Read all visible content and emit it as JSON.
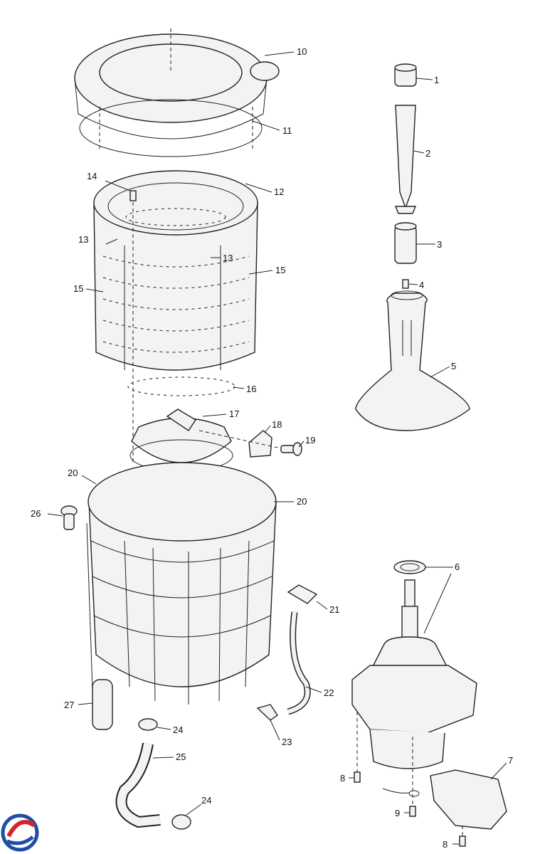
{
  "labels": {
    "l1": "1",
    "l2": "2",
    "l3": "3",
    "l4": "4",
    "l5": "5",
    "l6": "6",
    "l7": "7",
    "l8a": "8",
    "l8b": "8",
    "l9": "9",
    "l10": "10",
    "l11": "11",
    "l12": "12",
    "l13a": "13",
    "l13b": "13",
    "l14": "14",
    "l15a": "15",
    "l15b": "15",
    "l16": "16",
    "l17": "17",
    "l18": "18",
    "l19": "19",
    "l20a": "20",
    "l20b": "20",
    "l21": "21",
    "l22": "22",
    "l23": "23",
    "l24a": "24",
    "l24b": "24",
    "l25": "25",
    "l26": "26",
    "l27": "27"
  },
  "logo": {
    "icon": "brand-logo-icon",
    "colors": [
      "#d8232a",
      "#1f4fa3"
    ]
  }
}
